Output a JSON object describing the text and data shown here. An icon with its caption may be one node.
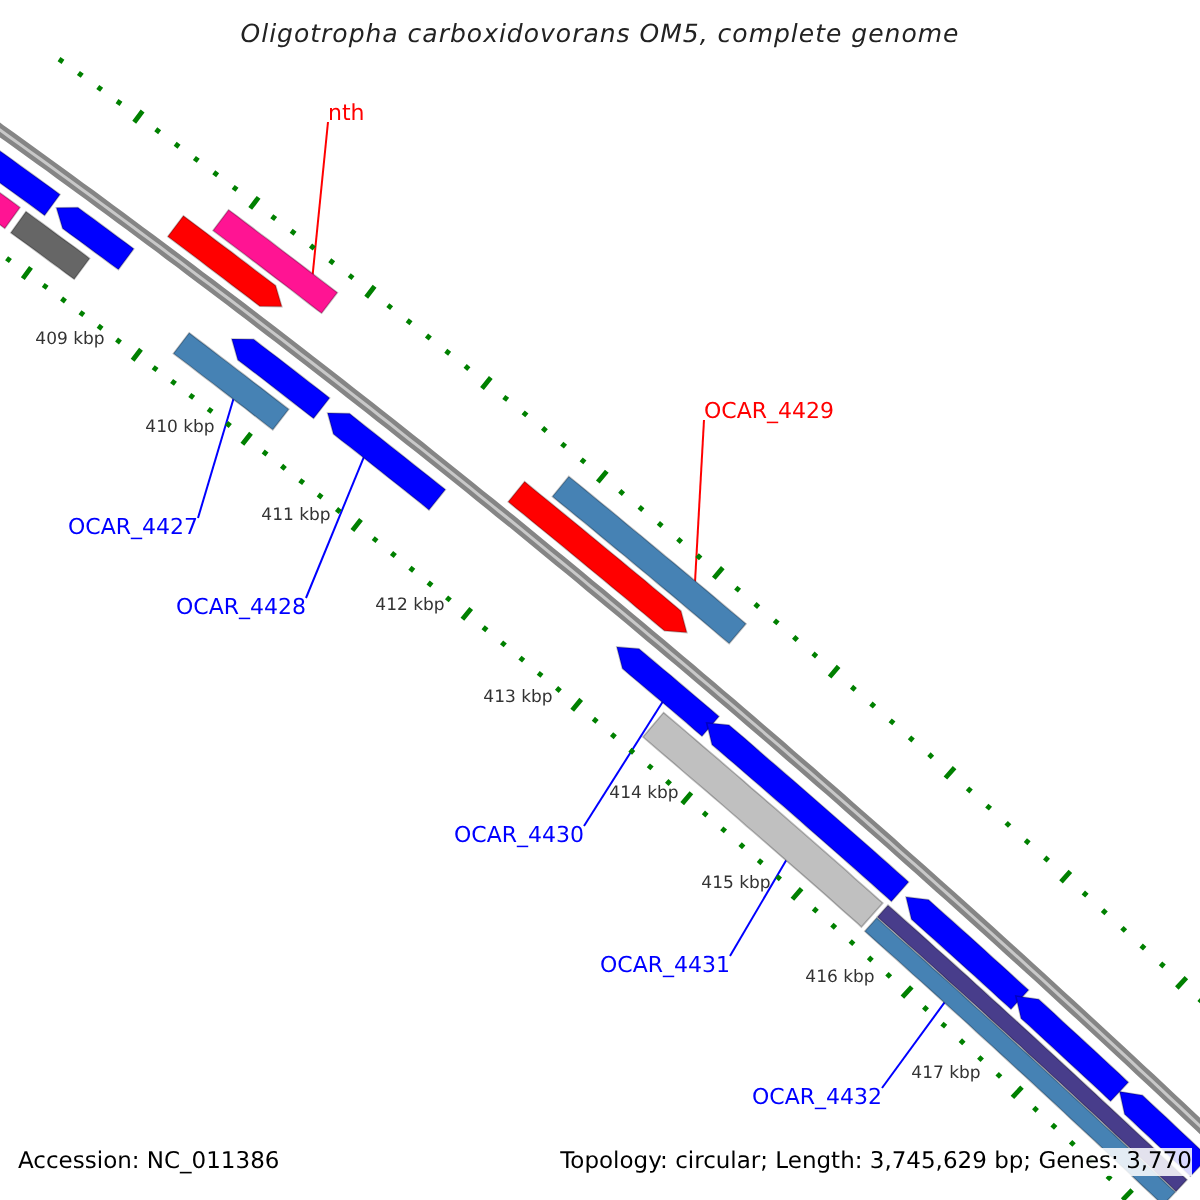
{
  "diagram": {
    "title": "Oligotropha carboxidovorans OM5, complete genome",
    "nodes": [
      {
        "text": [
          "nth"
        ]
      },
      {
        "text": [
          "OCAR_4429"
        ]
      },
      {
        "text": [
          "OCAR_4427"
        ]
      },
      {
        "text": [
          "OCAR_4428"
        ]
      },
      {
        "text": [
          "OCAR_4430"
        ]
      },
      {
        "text": [
          "OCAR_4431"
        ]
      },
      {
        "text": [
          "OCAR_4432"
        ]
      },
      {
        "text": [],
        "shape": "bar"
      },
      {
        "text": [],
        "shape": "bar"
      },
      {
        "text": [],
        "shape": "bar"
      },
      {
        "text": [],
        "shape": "bar"
      },
      {
        "text": [],
        "shape": "bar"
      },
      {
        "text": [],
        "shape": "bar"
      },
      {
        "text": [],
        "shape": "bar"
      },
      {
        "text": [],
        "shape": "bar"
      },
      {
        "text": [],
        "shape": "bar"
      },
      {
        "text": [],
        "shape": "bar"
      },
      {
        "text": [],
        "shape": "bar"
      },
      {
        "text": [],
        "shape": "bar"
      },
      {
        "text": [],
        "shape": "bar"
      },
      {
        "text": [],
        "shape": "bar"
      },
      {
        "text": [],
        "shape": "bar"
      },
      {
        "text": [],
        "shape": "bar"
      },
      {
        "text": [],
        "shape": "bar"
      },
      {
        "text": [],
        "shape": "bar"
      },
      {
        "text": [],
        "shape": "bar"
      }
    ],
    "edges": [
      {
        "from": 0,
        "to": 12,
        "arrow": "none",
        "color": "#ff0000"
      },
      {
        "from": 1,
        "to": 17,
        "arrow": "none",
        "color": "#ff0000"
      },
      {
        "from": 2,
        "to": 13,
        "arrow": "none"
      },
      {
        "from": 3,
        "to": 15,
        "arrow": "none"
      },
      {
        "from": 4,
        "to": 18,
        "arrow": "none"
      },
      {
        "from": 5,
        "to": 19,
        "arrow": "none"
      },
      {
        "from": 6,
        "to": 22,
        "arrow": "none"
      }
    ],
    "labels": [
      "409 kbp",
      "410 kbp",
      "411 kbp",
      "412 kbp",
      "413 kbp",
      "414 kbp",
      "415 kbp",
      "416 kbp",
      "417 kbp",
      "Accession: NC_011386",
      "Topology: circular; Length: 3,745,629 bp; Genes: 3,770"
    ]
  }
}
